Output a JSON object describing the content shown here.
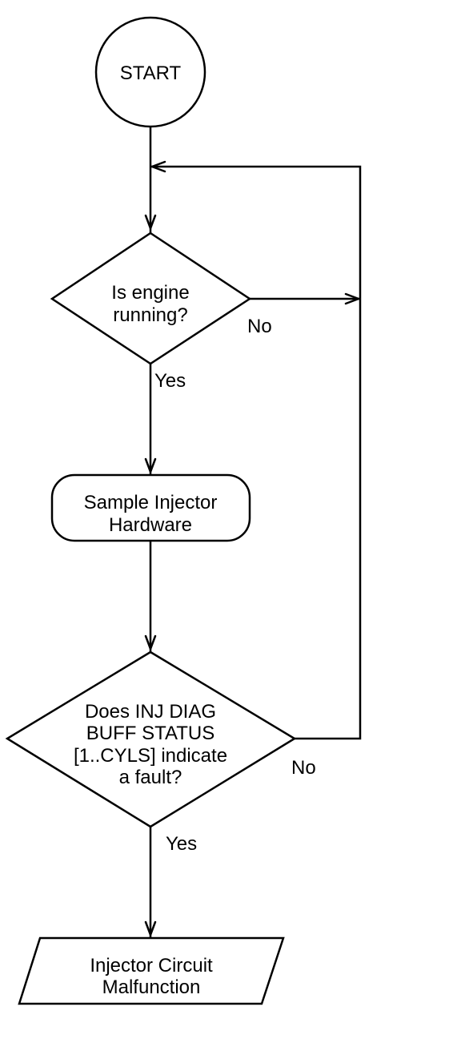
{
  "diagram": {
    "nodes": {
      "start": {
        "lines": [
          "START"
        ]
      },
      "engine_running": {
        "lines": [
          "Is engine",
          "running?"
        ]
      },
      "sample_hardware": {
        "lines": [
          "Sample Injector",
          "Hardware"
        ]
      },
      "fault_check": {
        "lines": [
          "Does INJ DIAG",
          "BUFF STATUS",
          "[1..CYLS] indicate",
          "a fault?"
        ]
      },
      "malfunction": {
        "lines": [
          "Injector Circuit",
          "Malfunction"
        ]
      }
    },
    "edge_labels": {
      "engine_yes": "Yes",
      "engine_no": "No",
      "fault_yes": "Yes",
      "fault_no": "No"
    }
  }
}
